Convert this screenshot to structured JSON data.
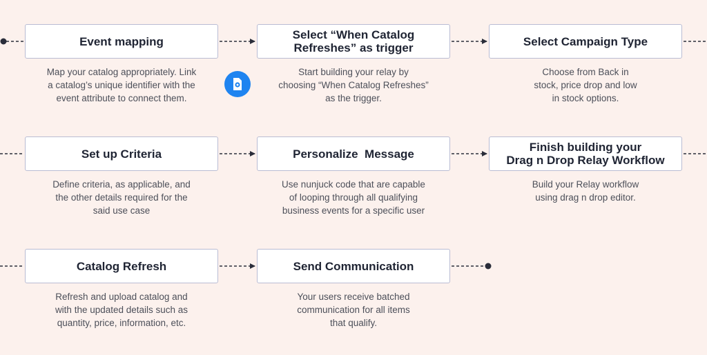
{
  "steps": [
    {
      "title": "Event mapping",
      "desc": [
        "Map your catalog appropriately. Link",
        "a catalog’s unique identifier with the",
        "event attribute to connect them."
      ]
    },
    {
      "title": [
        "Select “When Catalog",
        "Refreshes” as trigger"
      ],
      "desc": [
        "Start building your relay by",
        "choosing “When Catalog Refreshes”",
        "as the trigger."
      ]
    },
    {
      "title": "Select Campaign Type",
      "desc": [
        "Choose from Back in",
        "stock, price drop and low",
        "in stock options."
      ]
    },
    {
      "title": "Set up Criteria",
      "desc": [
        "Define criteria, as applicable, and",
        "the other details required for the",
        "said use case"
      ]
    },
    {
      "title": "Personalize  Message",
      "desc": [
        "Use nunjuck code that are capable",
        "of looping through all qualifying",
        "business events for a specific user"
      ]
    },
    {
      "title": [
        "Finish building your",
        "Drag n Drop Relay Workflow"
      ],
      "desc": [
        "Build your Relay workflow",
        "using drag n drop editor."
      ]
    },
    {
      "title": "Catalog Refresh",
      "desc": [
        "Refresh and upload catalog and",
        "with the updated details such as",
        "quantity, price, information, etc."
      ]
    },
    {
      "title": "Send Communication",
      "desc": [
        "Your users receive batched",
        "communication for all items",
        "that qualify."
      ]
    }
  ],
  "badge_icon": "gear-doc-icon",
  "colors": {
    "background": "#fcf1ed",
    "box_border": "#b9bcd3",
    "badge": "#1f84f0",
    "connector": "#2a2d3a"
  }
}
